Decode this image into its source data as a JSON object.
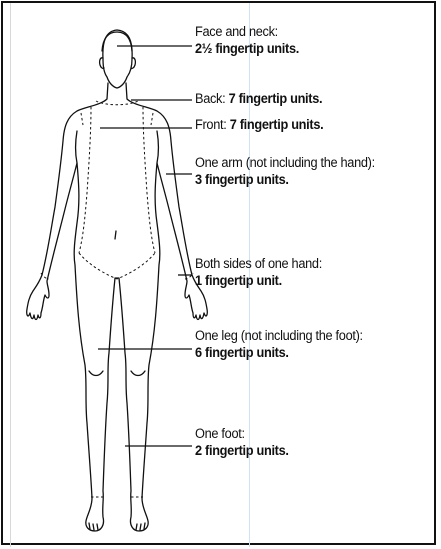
{
  "labels": {
    "face_neck": {
      "line1": "Face and neck:",
      "value": "2½ fingertip units."
    },
    "back": {
      "prefix": "Back: ",
      "value": "7 fingertip units."
    },
    "front": {
      "prefix": "Front: ",
      "value": "7 fingertip units."
    },
    "arm": {
      "line1": "One arm (not including the hand):",
      "value": "3 fingertip units."
    },
    "hand": {
      "line1": "Both sides of one hand:",
      "value": "1 fingertip unit."
    },
    "leg": {
      "line1": "One leg (not including the foot):",
      "value": "6 fingertip units."
    },
    "foot": {
      "line1": "One foot:",
      "value": "2 fingertip units."
    }
  },
  "colors": {
    "stroke": "#111111",
    "guide": "#cfe3f2"
  }
}
